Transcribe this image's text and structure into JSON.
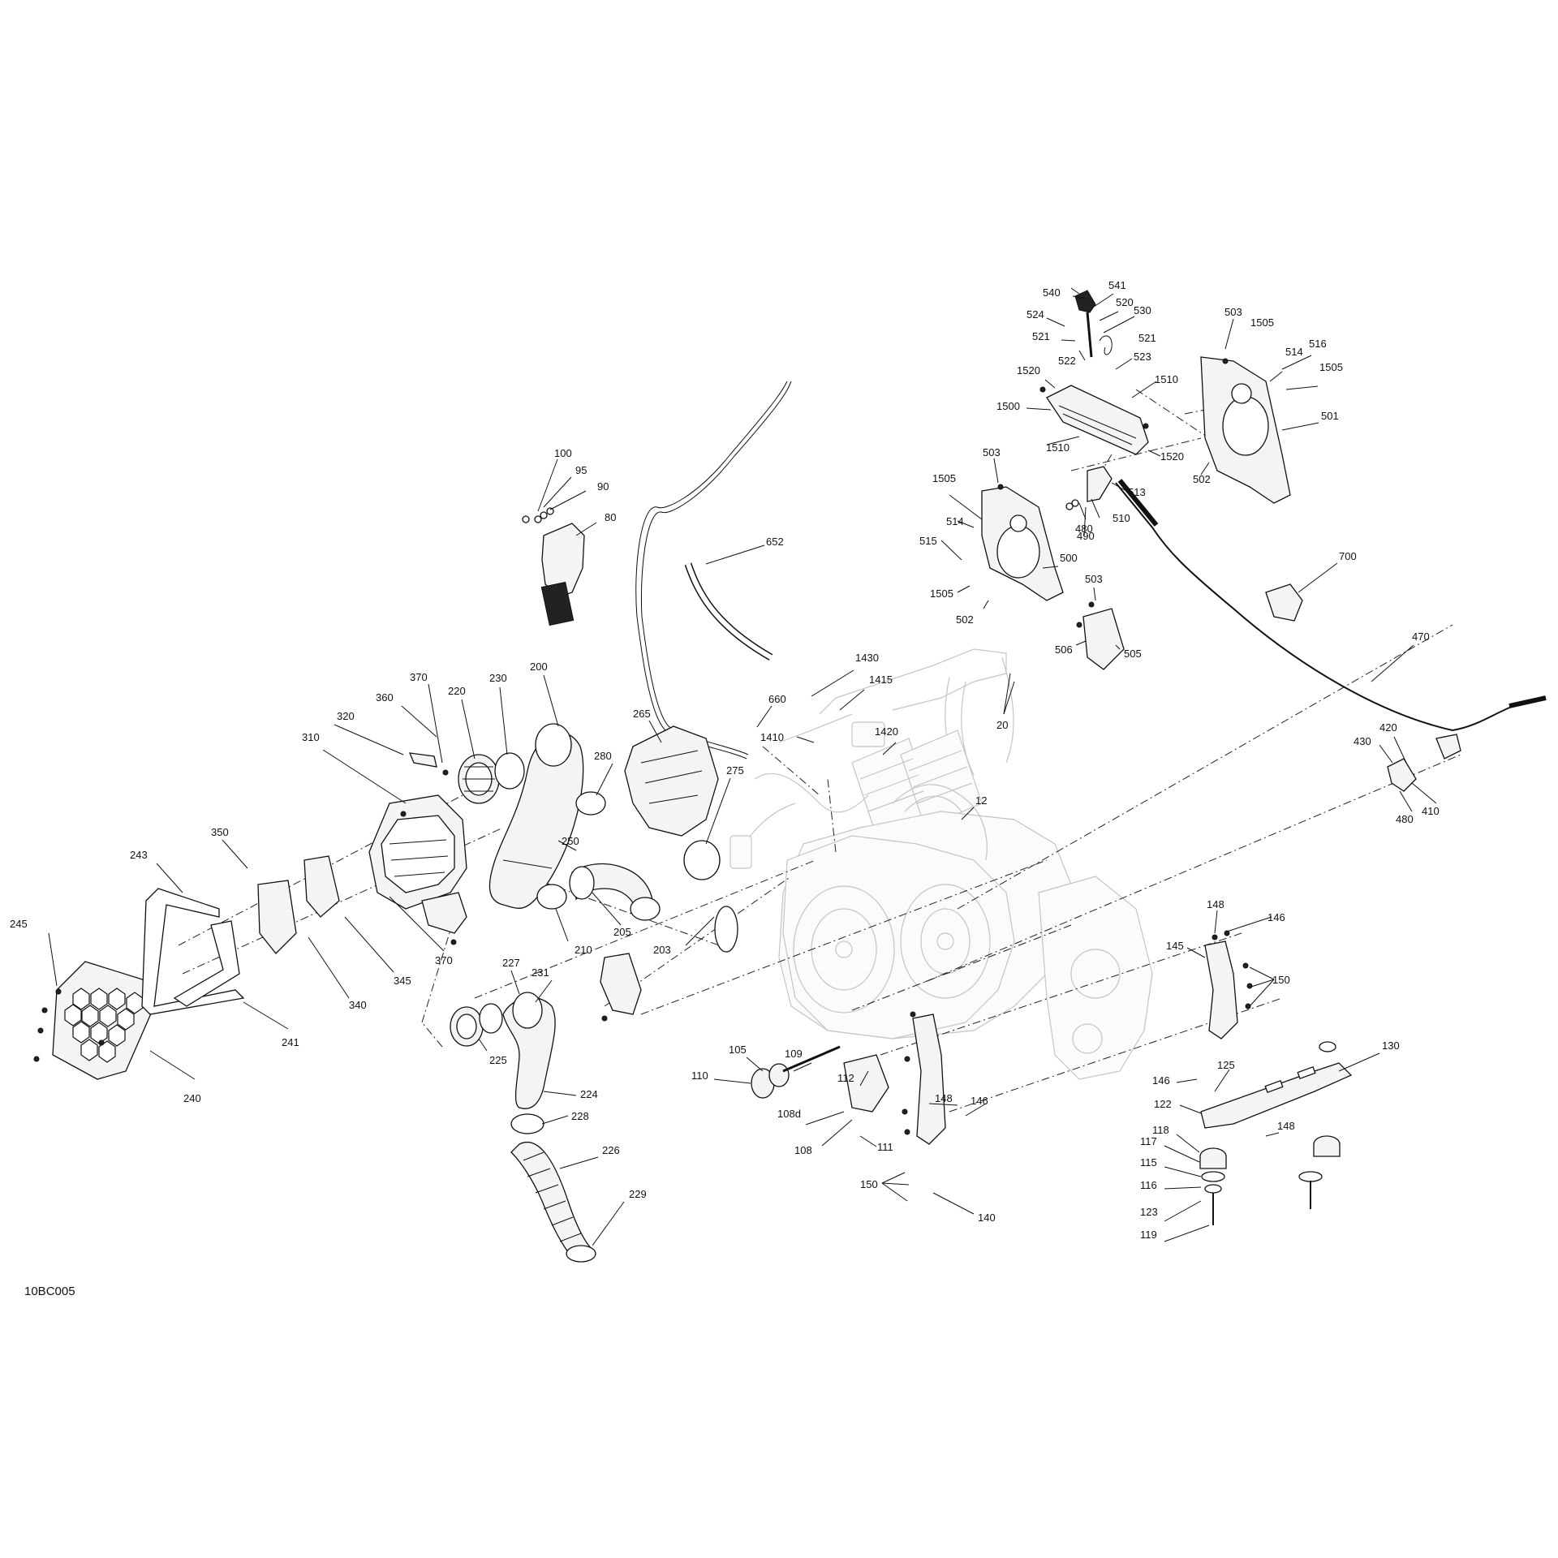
{
  "figure_code": "10BC005",
  "callouts": [
    {
      "id": "c100",
      "text": "100"
    },
    {
      "id": "c95",
      "text": "95"
    },
    {
      "id": "c90",
      "text": "90"
    },
    {
      "id": "c80",
      "text": "80"
    },
    {
      "id": "c652",
      "text": "652"
    },
    {
      "id": "c660",
      "text": "660"
    },
    {
      "id": "c1430",
      "text": "1430"
    },
    {
      "id": "c1415",
      "text": "1415"
    },
    {
      "id": "c1410",
      "text": "1410"
    },
    {
      "id": "c1420",
      "text": "1420"
    },
    {
      "id": "c20",
      "text": "20"
    },
    {
      "id": "c12",
      "text": "12"
    },
    {
      "id": "c370a",
      "text": "370"
    },
    {
      "id": "c360",
      "text": "360"
    },
    {
      "id": "c320",
      "text": "320"
    },
    {
      "id": "c310",
      "text": "310"
    },
    {
      "id": "c220",
      "text": "220"
    },
    {
      "id": "c230",
      "text": "230"
    },
    {
      "id": "c200",
      "text": "200"
    },
    {
      "id": "c265",
      "text": "265"
    },
    {
      "id": "c280",
      "text": "280"
    },
    {
      "id": "c275",
      "text": "275"
    },
    {
      "id": "c250",
      "text": "250"
    },
    {
      "id": "c205",
      "text": "205"
    },
    {
      "id": "c210",
      "text": "210"
    },
    {
      "id": "c203",
      "text": "203"
    },
    {
      "id": "c350",
      "text": "350"
    },
    {
      "id": "c243",
      "text": "243"
    },
    {
      "id": "c245",
      "text": "245"
    },
    {
      "id": "c340",
      "text": "340"
    },
    {
      "id": "c345",
      "text": "345"
    },
    {
      "id": "c370b",
      "text": "370"
    },
    {
      "id": "c241",
      "text": "241"
    },
    {
      "id": "c240",
      "text": "240"
    },
    {
      "id": "c227",
      "text": "227"
    },
    {
      "id": "c231",
      "text": "231"
    },
    {
      "id": "c225",
      "text": "225"
    },
    {
      "id": "c224",
      "text": "224"
    },
    {
      "id": "c228",
      "text": "228"
    },
    {
      "id": "c226",
      "text": "226"
    },
    {
      "id": "c229",
      "text": "229"
    },
    {
      "id": "c540",
      "text": "540"
    },
    {
      "id": "c541",
      "text": "541"
    },
    {
      "id": "c520",
      "text": "520"
    },
    {
      "id": "c530",
      "text": "530"
    },
    {
      "id": "c524",
      "text": "524"
    },
    {
      "id": "c521a",
      "text": "521"
    },
    {
      "id": "c521b",
      "text": "521"
    },
    {
      "id": "c522",
      "text": "522"
    },
    {
      "id": "c523",
      "text": "523"
    },
    {
      "id": "c1520a",
      "text": "1520"
    },
    {
      "id": "c1510a",
      "text": "1510"
    },
    {
      "id": "c1500",
      "text": "1500"
    },
    {
      "id": "c1510b",
      "text": "1510"
    },
    {
      "id": "c1520b",
      "text": "1520"
    },
    {
      "id": "c503a",
      "text": "503"
    },
    {
      "id": "c1505a",
      "text": "1505"
    },
    {
      "id": "c514a",
      "text": "514"
    },
    {
      "id": "c516",
      "text": "516"
    },
    {
      "id": "c1505b",
      "text": "1505"
    },
    {
      "id": "c501",
      "text": "501"
    },
    {
      "id": "c502a",
      "text": "502"
    },
    {
      "id": "c503b",
      "text": "503"
    },
    {
      "id": "c513",
      "text": "513"
    },
    {
      "id": "c1505c",
      "text": "1505"
    },
    {
      "id": "c514b",
      "text": "514"
    },
    {
      "id": "c480a",
      "text": "480"
    },
    {
      "id": "c510",
      "text": "510"
    },
    {
      "id": "c490",
      "text": "490"
    },
    {
      "id": "c515",
      "text": "515"
    },
    {
      "id": "c500",
      "text": "500"
    },
    {
      "id": "c1505d",
      "text": "1505"
    },
    {
      "id": "c502b",
      "text": "502"
    },
    {
      "id": "c503c",
      "text": "503"
    },
    {
      "id": "c506",
      "text": "506"
    },
    {
      "id": "c505",
      "text": "505"
    },
    {
      "id": "c700",
      "text": "700"
    },
    {
      "id": "c470",
      "text": "470"
    },
    {
      "id": "c420",
      "text": "420"
    },
    {
      "id": "c430",
      "text": "430"
    },
    {
      "id": "c410",
      "text": "410"
    },
    {
      "id": "c480b",
      "text": "480"
    },
    {
      "id": "c148a",
      "text": "148"
    },
    {
      "id": "c146a",
      "text": "146"
    },
    {
      "id": "c145",
      "text": "145"
    },
    {
      "id": "c150a",
      "text": "150"
    },
    {
      "id": "c130",
      "text": "130"
    },
    {
      "id": "c125",
      "text": "125"
    },
    {
      "id": "c146b",
      "text": "146"
    },
    {
      "id": "c122",
      "text": "122"
    },
    {
      "id": "c148b",
      "text": "148"
    },
    {
      "id": "c118",
      "text": "118"
    },
    {
      "id": "c117",
      "text": "117"
    },
    {
      "id": "c115",
      "text": "115"
    },
    {
      "id": "c116",
      "text": "116"
    },
    {
      "id": "c123",
      "text": "123"
    },
    {
      "id": "c119",
      "text": "119"
    },
    {
      "id": "c109",
      "text": "109"
    },
    {
      "id": "c105",
      "text": "105"
    },
    {
      "id": "c110",
      "text": "110"
    },
    {
      "id": "c112",
      "text": "112"
    },
    {
      "id": "c108d",
      "text": "108d"
    },
    {
      "id": "c108",
      "text": "108"
    },
    {
      "id": "c111",
      "text": "111"
    },
    {
      "id": "c148c",
      "text": "148"
    },
    {
      "id": "c146c",
      "text": "146"
    },
    {
      "id": "c150b",
      "text": "150"
    },
    {
      "id": "c140",
      "text": "140"
    }
  ]
}
